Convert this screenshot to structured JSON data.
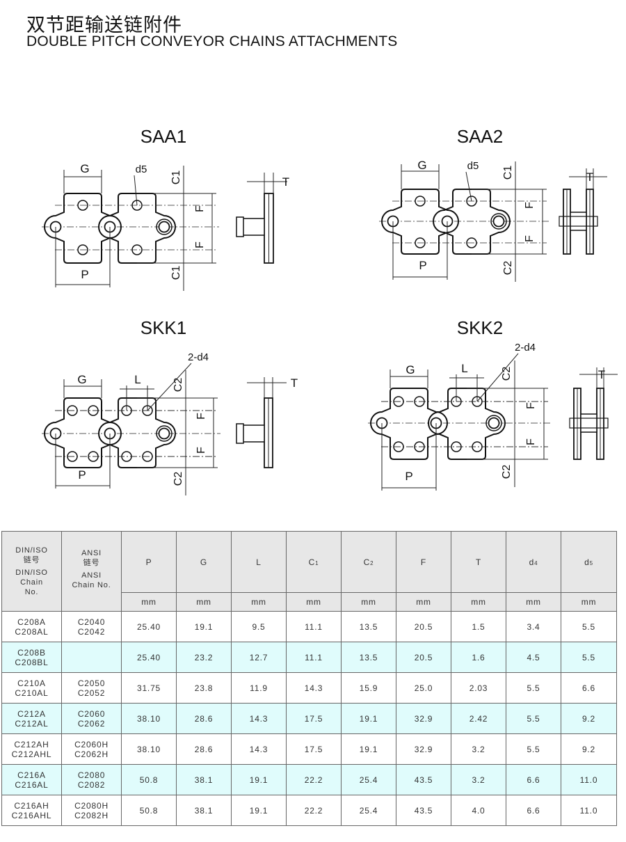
{
  "title_cn": "双节距输送链附件",
  "title_en": "DOUBLE PITCH CONVEYOR CHAINS ATTACHMENTS",
  "diagrams": [
    {
      "name": "SAA1",
      "labels": {
        "g": "G",
        "d": "d5",
        "c_top": "C1",
        "c_bot": "C1",
        "f1": "F",
        "f2": "F",
        "p": "P",
        "t": "T"
      }
    },
    {
      "name": "SAA2",
      "labels": {
        "g": "G",
        "d": "d5",
        "c_top": "C1",
        "c_bot": "C2",
        "f1": "F",
        "f2": "F",
        "p": "P",
        "t": "T"
      }
    },
    {
      "name": "SKK1",
      "labels": {
        "g": "G",
        "l": "L",
        "d": "2-d4",
        "c_top": "C2",
        "c_bot": "C2",
        "f1": "F",
        "f2": "F",
        "p": "P",
        "t": "T"
      }
    },
    {
      "name": "SKK2",
      "labels": {
        "g": "G",
        "l": "L",
        "d": "2-d4",
        "c_top": "C2",
        "c_bot": "C2",
        "f1": "F",
        "f2": "F",
        "p": "P",
        "t": "T"
      }
    }
  ],
  "table": {
    "header": {
      "din": [
        "DIN/ISO",
        "链号",
        "DIN/ISO",
        "Chain",
        "No."
      ],
      "ansi": [
        "ANSI",
        "链号",
        "ANSI",
        "Chain No."
      ],
      "columns": [
        {
          "label": "P",
          "sub": ""
        },
        {
          "label": "G",
          "sub": ""
        },
        {
          "label": "L",
          "sub": ""
        },
        {
          "label": "C",
          "sub": "1"
        },
        {
          "label": "C",
          "sub": "2"
        },
        {
          "label": "F",
          "sub": ""
        },
        {
          "label": "T",
          "sub": ""
        },
        {
          "label": "d",
          "sub": "4"
        },
        {
          "label": "d",
          "sub": "5"
        }
      ],
      "unit": "mm"
    },
    "rows": [
      {
        "din": [
          "C208A",
          "C208AL"
        ],
        "ansi": [
          "C2040",
          "C2042"
        ],
        "values": [
          "25.40",
          "19.1",
          "9.5",
          "11.1",
          "13.5",
          "20.5",
          "1.5",
          "3.4",
          "5.5"
        ]
      },
      {
        "din": [
          "C208B",
          "C208BL"
        ],
        "ansi": [
          "",
          ""
        ],
        "values": [
          "25.40",
          "23.2",
          "12.7",
          "11.1",
          "13.5",
          "20.5",
          "1.6",
          "4.5",
          "5.5"
        ]
      },
      {
        "din": [
          "C210A",
          "C210AL"
        ],
        "ansi": [
          "C2050",
          "C2052"
        ],
        "values": [
          "31.75",
          "23.8",
          "11.9",
          "14.3",
          "15.9",
          "25.0",
          "2.03",
          "5.5",
          "6.6"
        ]
      },
      {
        "din": [
          "C212A",
          "C212AL"
        ],
        "ansi": [
          "C2060",
          "C2062"
        ],
        "values": [
          "38.10",
          "28.6",
          "14.3",
          "17.5",
          "19.1",
          "32.9",
          "2.42",
          "5.5",
          "9.2"
        ]
      },
      {
        "din": [
          "C212AH",
          "C212AHL"
        ],
        "ansi": [
          "C2060H",
          "C2062H"
        ],
        "values": [
          "38.10",
          "28.6",
          "14.3",
          "17.5",
          "19.1",
          "32.9",
          "3.2",
          "5.5",
          "9.2"
        ]
      },
      {
        "din": [
          "C216A",
          "C216AL"
        ],
        "ansi": [
          "C2080",
          "C2082"
        ],
        "values": [
          "50.8",
          "38.1",
          "19.1",
          "22.2",
          "25.4",
          "43.5",
          "3.2",
          "6.6",
          "11.0"
        ]
      },
      {
        "din": [
          "C216AH",
          "C216AHL"
        ],
        "ansi": [
          "C2080H",
          "C2082H"
        ],
        "values": [
          "50.8",
          "38.1",
          "19.1",
          "22.2",
          "25.4",
          "43.5",
          "4.0",
          "6.6",
          "11.0"
        ]
      }
    ]
  }
}
